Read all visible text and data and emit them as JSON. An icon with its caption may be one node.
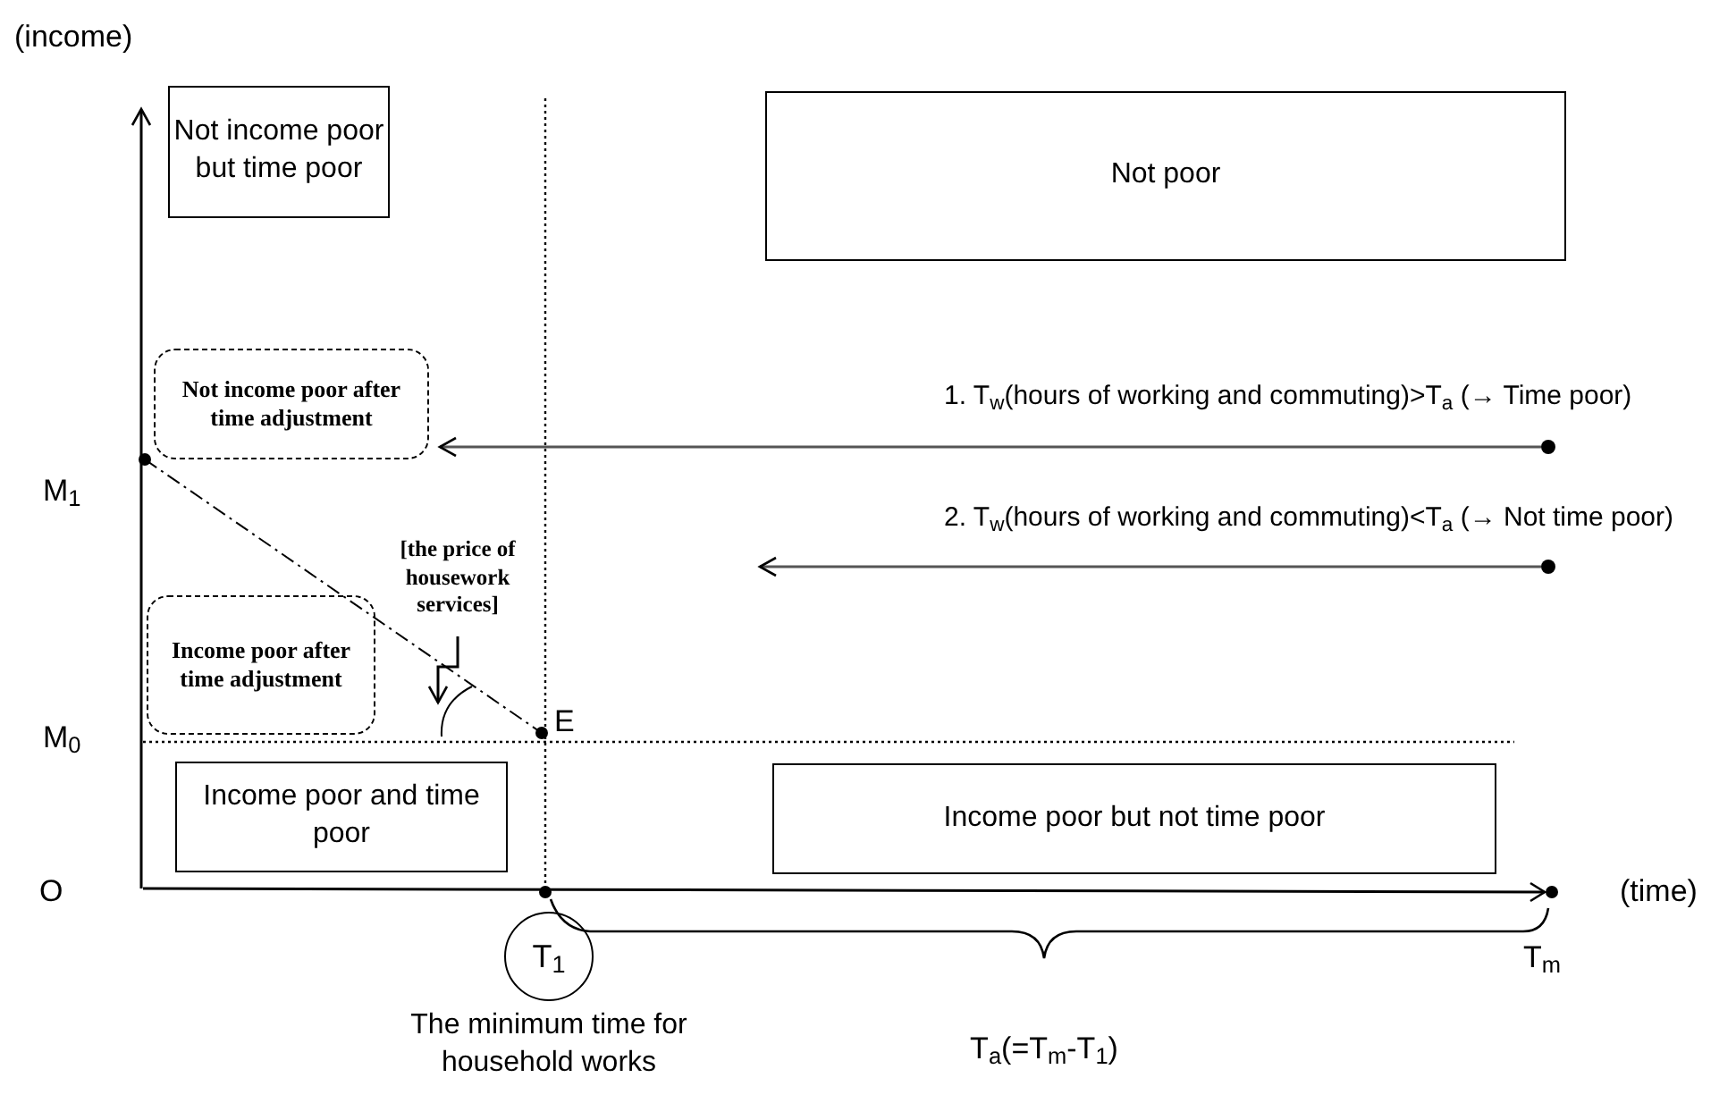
{
  "diagram": {
    "nodes": [
      {
        "text": [
          "Not income poor but time poor"
        ]
      },
      {
        "text": [
          "Not poor"
        ]
      },
      {
        "text": [
          "Not income poor after time adjustment"
        ]
      },
      {
        "text": [
          "Income poor after time adjustment"
        ]
      },
      {
        "text": [
          "Income poor and time poor"
        ]
      },
      {
        "text": [
          "Income poor but not time poor"
        ]
      },
      {
        "text": [
          "T$_{1}$"
        ],
        "beside": [
          "The minimum time for household works"
        ]
      },
      {
        "text": [],
        "shape": "circle"
      },
      {
        "text": [],
        "shape": "circle"
      },
      {
        "text": [
          "[the price of housework services]"
        ]
      },
      {
        "text": [],
        "shape": "arc"
      }
    ],
    "edges": [
      {
        "from": 7,
        "to": 2,
        "arrow": "to",
        "label": "1. T$_{w}$(hours of working and commuting)>T$_{a}$ (→ Time poor)"
      },
      {
        "from": 8,
        "to": null,
        "arrow": "to",
        "label": "2. T$_{w}$(hours of working and commuting)<T$_{a}$ (→ Not time poor)"
      },
      {
        "from": 9,
        "to": 10,
        "arrow": "to"
      }
    ],
    "labels": [
      "(income)",
      "M$_{1}$",
      "E",
      "M$_{0}$",
      "O",
      "(time)",
      "T$_{m}$",
      "T$_{a}$(=T$_{m}$-T$_{1}$)"
    ]
  }
}
